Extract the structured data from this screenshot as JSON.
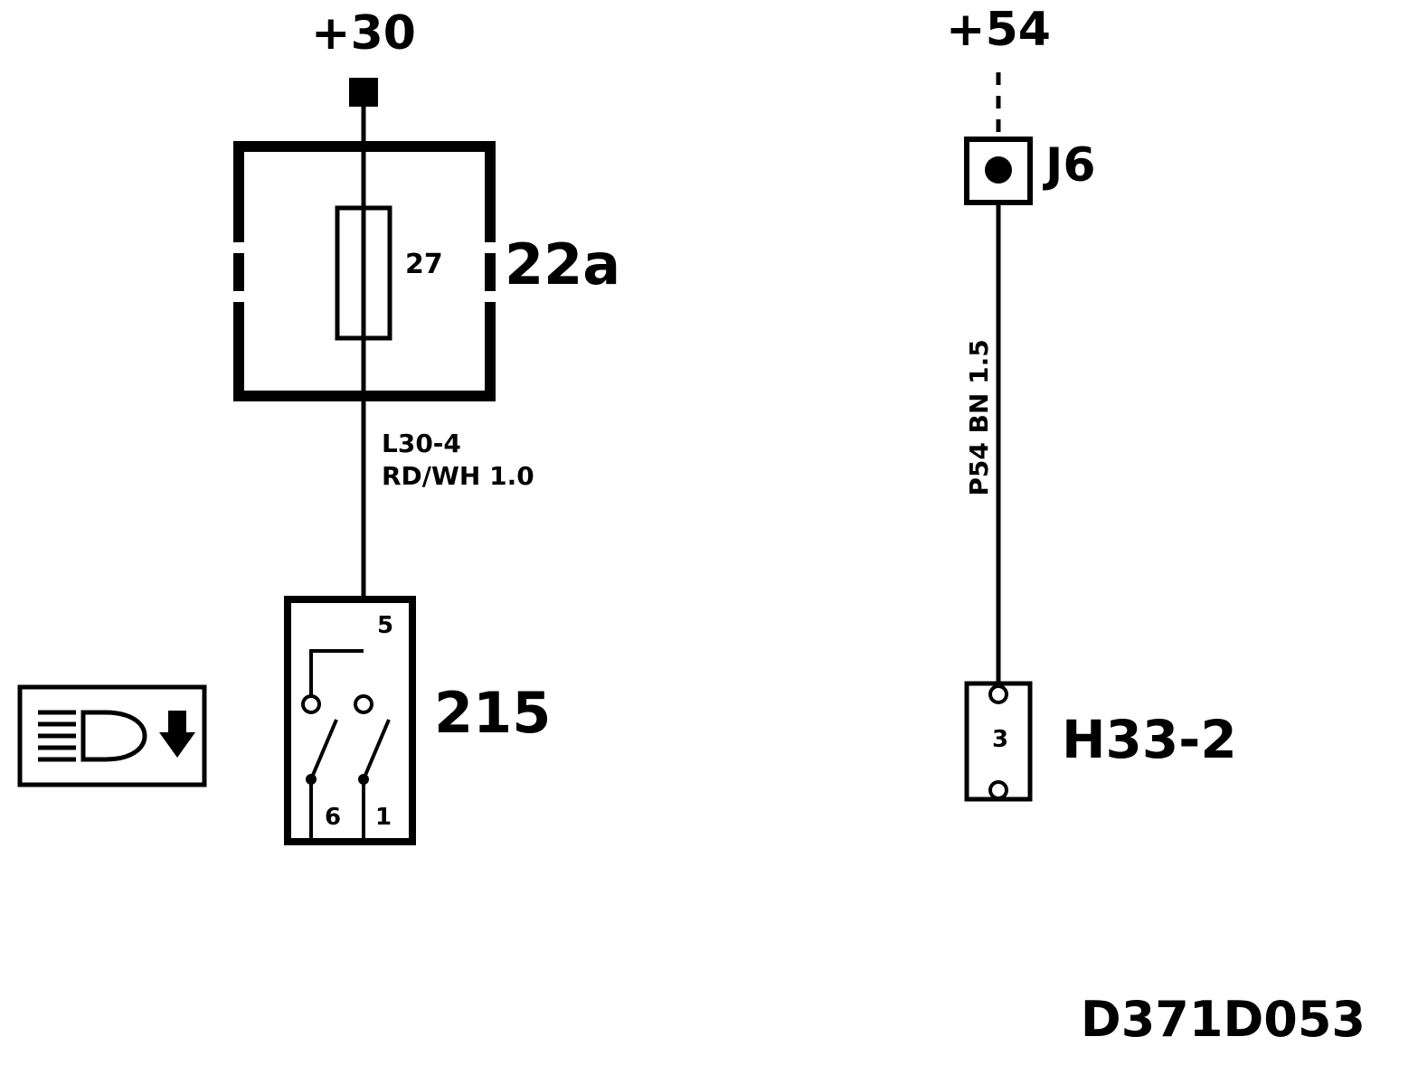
{
  "supply_left": "+30",
  "supply_right": "+54",
  "fuse_box": {
    "id": "22a",
    "fuse_number": "27"
  },
  "wire_left": {
    "code": "L30-4",
    "spec": "RD/WH 1.0"
  },
  "switch": {
    "id": "215",
    "pin_top": "5",
    "pin_bottom_left": "6",
    "pin_bottom_right": "1"
  },
  "splice": {
    "id": "J6"
  },
  "wire_right": {
    "spec": "P54 BN 1.5"
  },
  "connector": {
    "id": "H33-2",
    "pin": "3"
  },
  "symbol": {
    "icon": "headlight-dip-icon"
  },
  "drawing_code": "D371D053"
}
